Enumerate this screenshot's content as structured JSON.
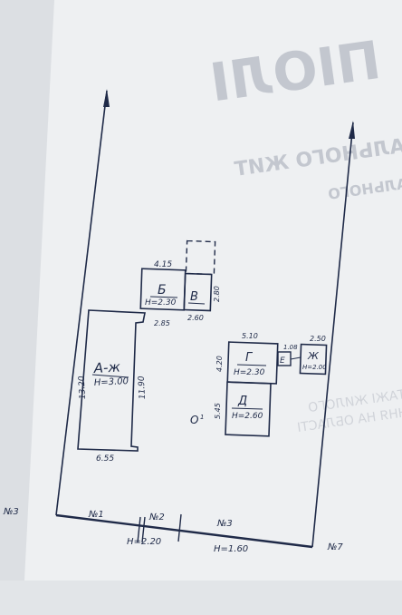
{
  "header": {
    "line1": "ПІОЛІ",
    "line2": "ІНДИВІДУАЛЬНОГО ЖИТ",
    "line3": "(ВАНИК ІНДИВІДУАЛЬНОГО",
    "line4": "ЕТАЖІ ЖИЛОГО",
    "line5": "ВАННЯ НА ОБЛАСТІ"
  },
  "buildings": {
    "main_house": {
      "label": "А-ж",
      "height": "Н=3.00",
      "dim_left": "13.20",
      "dim_right": "11.90",
      "dim_bottom": "6.55"
    },
    "b": {
      "label": "Б",
      "height": "Н=2.30",
      "dim_top": "4.15",
      "dim_step": "2.85"
    },
    "v": {
      "label": "В",
      "dim_right": "2.80",
      "dim_bottom": "2.60"
    },
    "g": {
      "label": "Г",
      "height": "Н=2.30",
      "dim_top": "5.10",
      "dim_left": "4.20"
    },
    "d": {
      "label": "Д",
      "height": "Н=2.60",
      "dim_left": "5.45"
    },
    "e": {
      "label": "Е",
      "dim_top": "1.08"
    },
    "zh": {
      "label": "Ж",
      "height": "Н=2.00",
      "dim_top": "2.50"
    },
    "well": {
      "label": "О",
      "number": "1"
    }
  },
  "fence": {
    "left_label": "№3",
    "seg1": "№1",
    "seg2": "№2",
    "seg3": "№3",
    "right_label": "№7",
    "height1": "Н=2.20",
    "height2": "Н=1.60"
  }
}
